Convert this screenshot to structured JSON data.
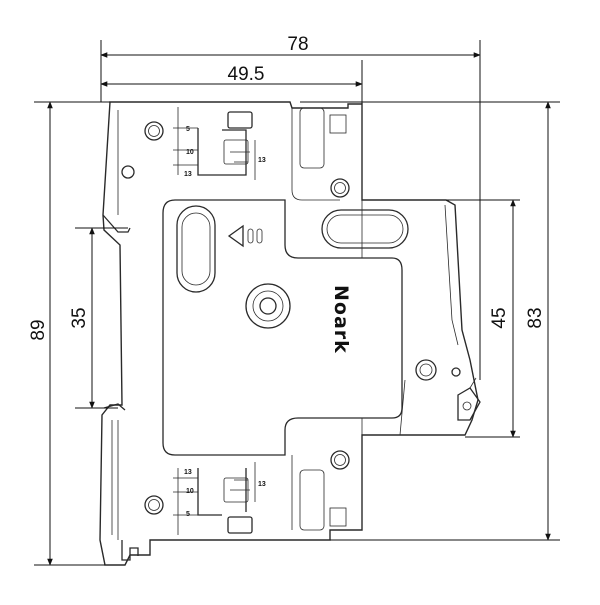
{
  "drawing": {
    "dimensions": {
      "overall_width": "78",
      "half_width": "49.5",
      "overall_height": "89",
      "rail_slot": "35",
      "front_height": "45",
      "body_height": "83"
    },
    "logo": "Noark",
    "terminal_marks": {
      "top": [
        "5",
        "10",
        "13",
        "13"
      ],
      "bottom": [
        "13",
        "13",
        "10",
        "5"
      ]
    }
  }
}
